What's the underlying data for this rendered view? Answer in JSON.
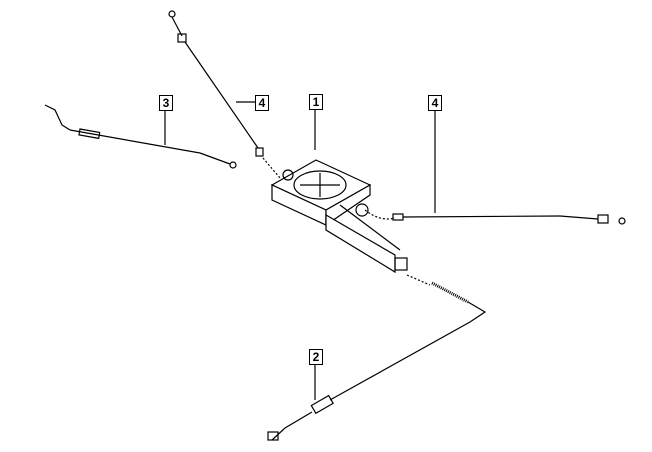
{
  "callouts": [
    {
      "number": "1"
    },
    {
      "number": "2"
    },
    {
      "number": "3"
    },
    {
      "number": "4"
    },
    {
      "number": "4"
    }
  ]
}
